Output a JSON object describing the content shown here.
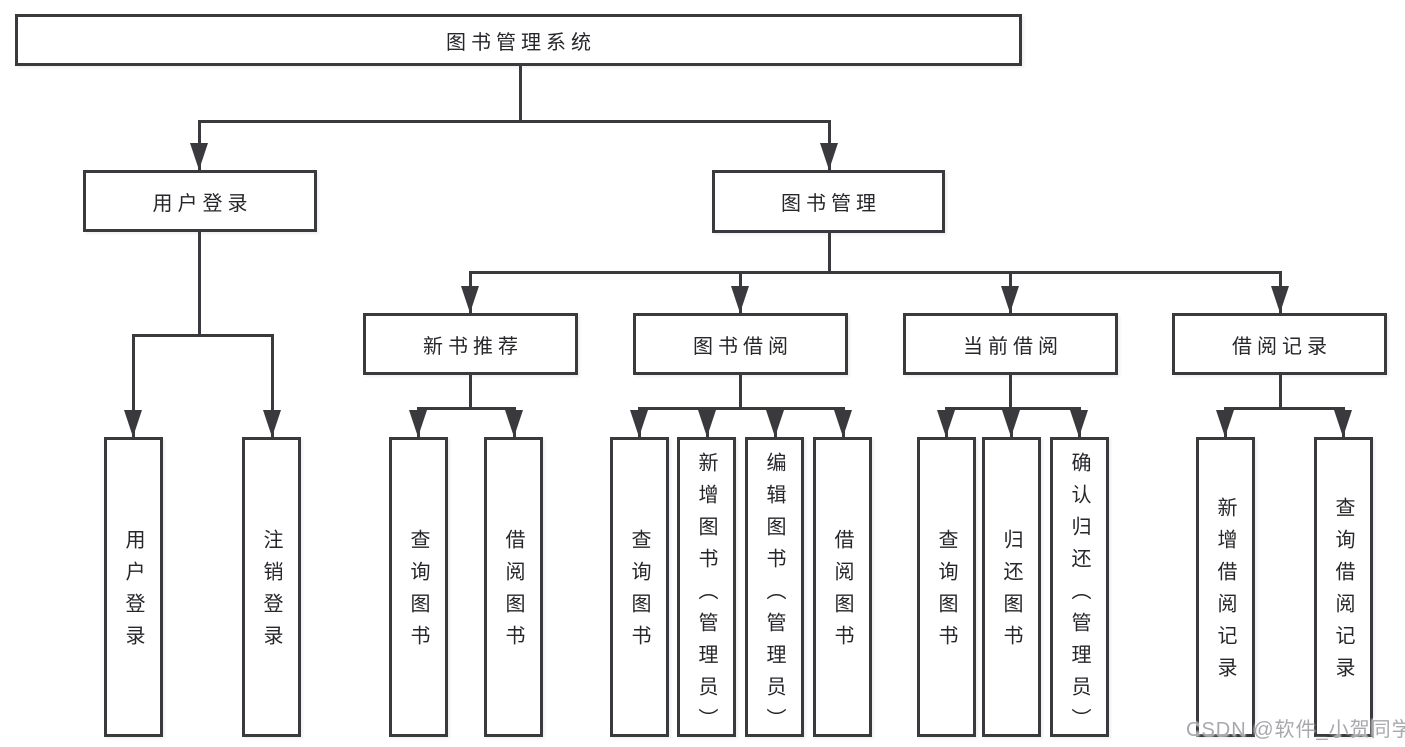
{
  "diagram": {
    "title_node": {
      "label": "图书管理系统"
    },
    "level2": [
      {
        "id": "user-login",
        "label": "用户登录"
      },
      {
        "id": "book-management",
        "label": "图书管理"
      }
    ],
    "level3": [
      {
        "id": "new-book-recommend",
        "label": "新书推荐"
      },
      {
        "id": "book-borrow",
        "label": "图书借阅"
      },
      {
        "id": "current-borrow",
        "label": "当前借阅"
      },
      {
        "id": "borrow-records",
        "label": "借阅记录"
      }
    ],
    "leaves": [
      {
        "group": "user-login",
        "label": "用户登录"
      },
      {
        "group": "user-login",
        "label": "注销登录"
      },
      {
        "group": "new-book-recommend",
        "label": "查询图书"
      },
      {
        "group": "new-book-recommend",
        "label": "借阅图书"
      },
      {
        "group": "book-borrow",
        "label": "查询图书"
      },
      {
        "group": "book-borrow",
        "label": "新增图书（管理员）"
      },
      {
        "group": "book-borrow",
        "label": "编辑图书（管理员）"
      },
      {
        "group": "book-borrow",
        "label": "借阅图书"
      },
      {
        "group": "current-borrow",
        "label": "查询图书"
      },
      {
        "group": "current-borrow",
        "label": "归还图书"
      },
      {
        "group": "current-borrow",
        "label": "确认归还（管理员）"
      },
      {
        "group": "borrow-records",
        "label": "新增借阅记录"
      },
      {
        "group": "borrow-records",
        "label": "查询借阅记录"
      }
    ],
    "colors": {
      "line": "#3a3a3e",
      "text": "#26262b",
      "background": "#ffffff",
      "watermark": "#a8a8ad"
    }
  },
  "watermark": {
    "text": "CSDN @软件_小贺同学"
  }
}
